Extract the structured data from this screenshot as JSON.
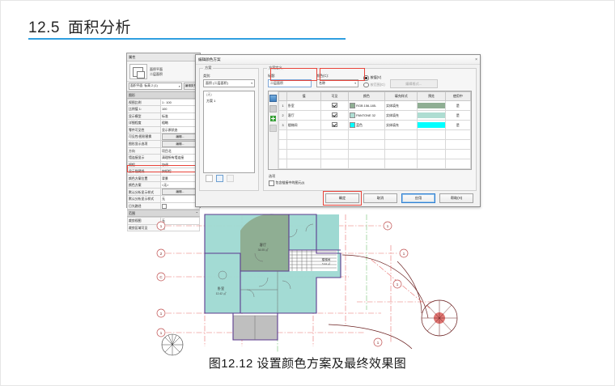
{
  "slide": {
    "heading_number": "12.5",
    "heading_text": "面积分析",
    "caption": "图12.12  设置颜色方案及最终效果图",
    "accent_color": "#2f9fe0"
  },
  "properties_palette": {
    "title": "属性",
    "close_icon": "×",
    "type_name_line1": "面积平面",
    "type_name_line2": "二层面积",
    "selector_value": "面积平面: 标高 2 (1)",
    "edit_type_button": "编辑类型",
    "group_graphics": "图形",
    "rows": [
      {
        "key": "视图比例",
        "value": "1 : 100"
      },
      {
        "key": "比例值    1:",
        "value": "100"
      },
      {
        "key": "显示模型",
        "value": "标准"
      },
      {
        "key": "详细程度",
        "value": "粗略"
      },
      {
        "key": "零件可见性",
        "value": "显示原状态"
      },
      {
        "key": "可见性/图形替换",
        "value": "编辑..."
      },
      {
        "key": "图形显示选项",
        "value": "编辑..."
      },
      {
        "key": "方向",
        "value": "项目北"
      },
      {
        "key": "墙连接显示",
        "value": "清理所有墙连接"
      },
      {
        "key": "规程",
        "value": "协调"
      },
      {
        "key": "显示隐藏线",
        "value": "按规程"
      },
      {
        "key": "颜色方案位置",
        "value": "背景"
      },
      {
        "key": "颜色方案",
        "value": "<无>"
      },
      {
        "key": "默认分析显示样式",
        "value": "编辑..."
      },
      {
        "key": "默认分析显示样式",
        "value": "无"
      },
      {
        "key": "日光路径",
        "value": "checkbox"
      }
    ],
    "group_extent": "范围",
    "rows2": [
      {
        "key": "裁剪视图",
        "value": "无"
      },
      {
        "key": "裁剪区域可见",
        "value": "无"
      }
    ],
    "highlighted_row_key": "颜色方案",
    "highlighted_row_value": "<无>"
  },
  "dialog": {
    "title": "编辑颜色方案",
    "close_icon": "×",
    "scheme_group_label": "方案",
    "category_label": "类别:",
    "category_value": "面积 (二层面积)",
    "scheme_list": [
      "方案 1"
    ],
    "scheme_list_header": "(无)",
    "list_tool_icons": [
      "duplicate-icon",
      "rename-icon",
      "delete-icon"
    ],
    "definition_group_label": "方案定义",
    "title_field_label": "标题:",
    "title_field_value": "二层面积",
    "color_field_label": "颜色(C):",
    "color_field_value": "名称",
    "radio_by_value": "按值(V)",
    "radio_by_range": "按范围(G)",
    "edit_format_button": "编辑格式...",
    "table_headers": [
      "值",
      "可见",
      "颜色",
      "填充样式",
      "预览",
      "使用中"
    ],
    "table_rows": [
      {
        "num": "1",
        "value": "卧室",
        "visible": true,
        "color_name": "RGB 156-185-",
        "color_hex": "#8FAE93",
        "fill_pattern": "实体填充",
        "preview_hex": "#8FAE93",
        "in_use": "是"
      },
      {
        "num": "2",
        "value": "客厅",
        "visible": true,
        "color_name": "PANTONE 32",
        "color_hex": "#AEDDD2",
        "fill_pattern": "实体填充",
        "preview_hex": "#AEDDD2",
        "in_use": "是"
      },
      {
        "num": "3",
        "value": "楼梯间",
        "visible": true,
        "color_name": "蓝色",
        "color_hex": "#00FFFF",
        "fill_pattern": "实体填充",
        "preview_hex": "#00FFFF",
        "in_use": "是"
      }
    ],
    "toolbar_icons": [
      "move-up-icon",
      "move-down-icon",
      "add-value-icon",
      "remove-value-icon"
    ],
    "options_label": "选项",
    "options_checkbox_label": "包含链接中的图元(I)",
    "options_checkbox_checked": false,
    "footer_buttons": [
      "确定",
      "取消",
      "应用",
      "帮助(H)"
    ],
    "highlight_color": "#e8443a"
  },
  "floor_plan": {
    "grid_labels_left": [
      "1",
      "2",
      "C",
      "1",
      "1"
    ],
    "grid_labels_right": [
      "1",
      "1",
      "1",
      "1"
    ],
    "rooms": [
      {
        "name": "客厅",
        "area": "34.05 ㎡",
        "color": "#8FAE93"
      },
      {
        "name": "卧室",
        "area": "12.42 ㎡",
        "color": "#9ED9D2"
      },
      {
        "name": "楼梯间",
        "area": "5.44 ㎡",
        "color": "#9ED9D2"
      }
    ],
    "fill_cyan": "#9ED9D2",
    "fill_green": "#8FAE93",
    "fill_gray": "#bfbfbf",
    "grid_line_color": "#e86a6a",
    "compass_icon": "north-arrow-icon"
  }
}
